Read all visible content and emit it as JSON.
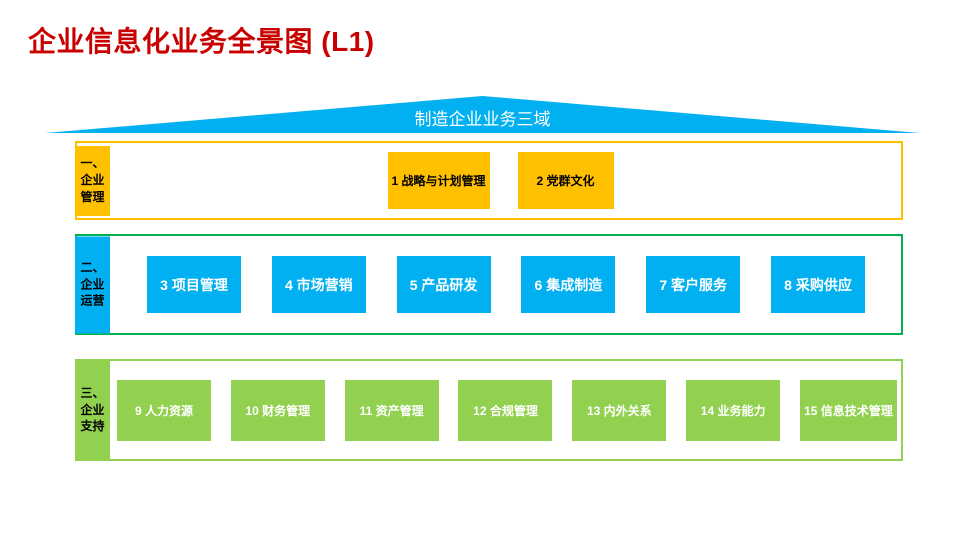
{
  "slide": {
    "title": "企业信息化业务全景图 (L1)"
  },
  "roof": {
    "label": "制造企业业务三域",
    "color": "#00B0F0"
  },
  "colors": {
    "title_red": "#C80000",
    "blue": "#00B0F0",
    "yellow": "#FFC000",
    "green": "#92D050",
    "band2_border": "#00B050",
    "text_dark": "#000000",
    "text_light": "#FFFFFF"
  },
  "bands": [
    {
      "name": "企业管理",
      "tab_label": "一、\n企业\n管理",
      "boxes": [
        {
          "label": "1 战略与计划管理"
        },
        {
          "label": "2 党群文化"
        }
      ]
    },
    {
      "name": "企业运营",
      "tab_label": "二、\n企业\n运营",
      "boxes": [
        {
          "label": "3 项目管理"
        },
        {
          "label": "4 市场营销"
        },
        {
          "label": "5 产品研发"
        },
        {
          "label": "6 集成制造"
        },
        {
          "label": "7 客户服务"
        },
        {
          "label": "8 采购供应"
        }
      ]
    },
    {
      "name": "企业支持",
      "tab_label": "三、\n企业\n支持",
      "boxes": [
        {
          "label": "9 人力资源"
        },
        {
          "label": "10 财务管理"
        },
        {
          "label": "11 资产管理"
        },
        {
          "label": "12 合规管理"
        },
        {
          "label": "13 内外关系"
        },
        {
          "label": "14 业务能力"
        },
        {
          "label": "15 信息技术管理"
        }
      ]
    }
  ]
}
